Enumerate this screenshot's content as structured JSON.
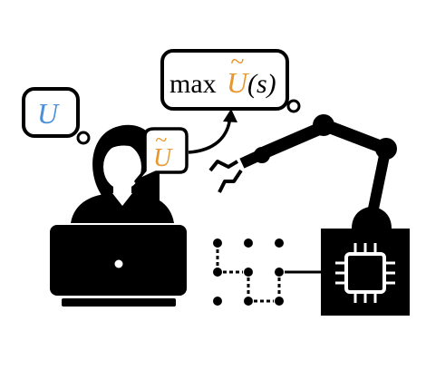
{
  "thought_bubble_true": {
    "symbol": "U",
    "color": "#4a90d9"
  },
  "thought_bubble_proxy": {
    "tilde": "~",
    "symbol": "U",
    "color": "#e8962e"
  },
  "objective_box": {
    "operator": "max",
    "tilde": "~",
    "symbol": "U",
    "argument": "(s)",
    "symbol_color": "#e8962e"
  },
  "icons": {
    "person": "person-icon",
    "laptop": "laptop-icon",
    "robot_arm": "robot-arm-icon",
    "chip": "cpu-chip-icon",
    "network": "network-grid-icon"
  }
}
